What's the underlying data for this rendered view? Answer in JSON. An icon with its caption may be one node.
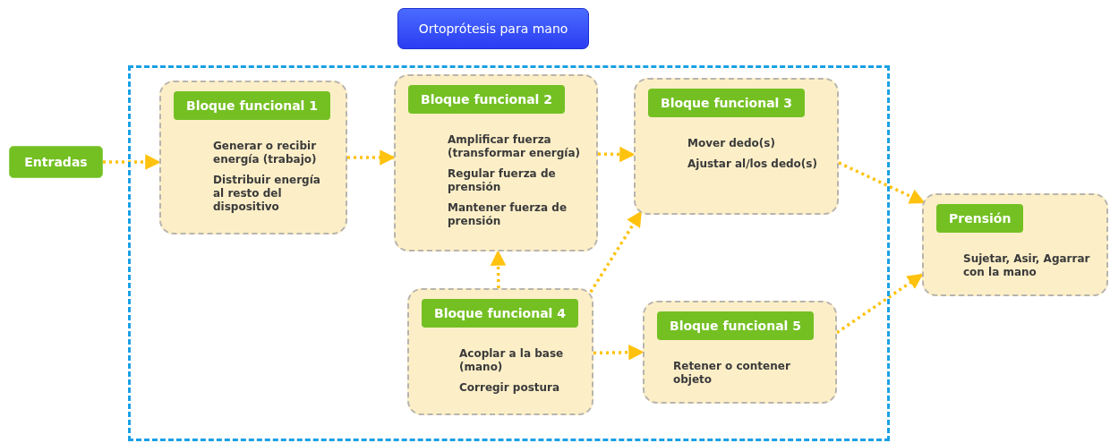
{
  "diagram": {
    "nodes": [
      {
        "text": [
          "Ortoprótesis para mano"
        ]
      },
      {
        "text": [],
        "shape": "box"
      },
      {
        "text": [
          "Entradas"
        ]
      },
      {
        "text": [
          "Bloque funcional 1",
          "Generar o recibir energía (trabajo)",
          "Distribuir energía al resto del dispositivo"
        ],
        "in": 1
      },
      {
        "text": [
          "Bloque funcional 2",
          "Amplificar fuerza (transformar energía)",
          "Regular fuerza de prensión",
          "Mantener fuerza de prensión"
        ],
        "in": 1
      },
      {
        "text": [
          "Bloque funcional 3",
          "Mover dedo(s)",
          "Ajustar al/los dedo(s)"
        ],
        "in": 1
      },
      {
        "text": [
          "Bloque funcional 4",
          "Acoplar a la base (mano)",
          "Corregir postura"
        ],
        "in": 1
      },
      {
        "text": [
          "Bloque funcional 5",
          "Retener o contener objeto"
        ],
        "in": 1
      },
      {
        "text": [
          "Prensión",
          "Sujetar, Asir, Agarrar con la mano"
        ]
      }
    ],
    "edges": [
      {
        "from": 2,
        "to": 3,
        "arrow": "to"
      },
      {
        "from": 3,
        "to": 4,
        "arrow": "to"
      },
      {
        "from": 4,
        "to": 5,
        "arrow": "to"
      },
      {
        "from": 5,
        "to": 8,
        "arrow": "to"
      },
      {
        "from": 6,
        "to": 4,
        "arrow": "to"
      },
      {
        "from": 6,
        "to": 5,
        "arrow": "to"
      },
      {
        "from": 6,
        "to": 7,
        "arrow": "to"
      },
      {
        "from": 7,
        "to": 8,
        "arrow": "to"
      }
    ]
  }
}
